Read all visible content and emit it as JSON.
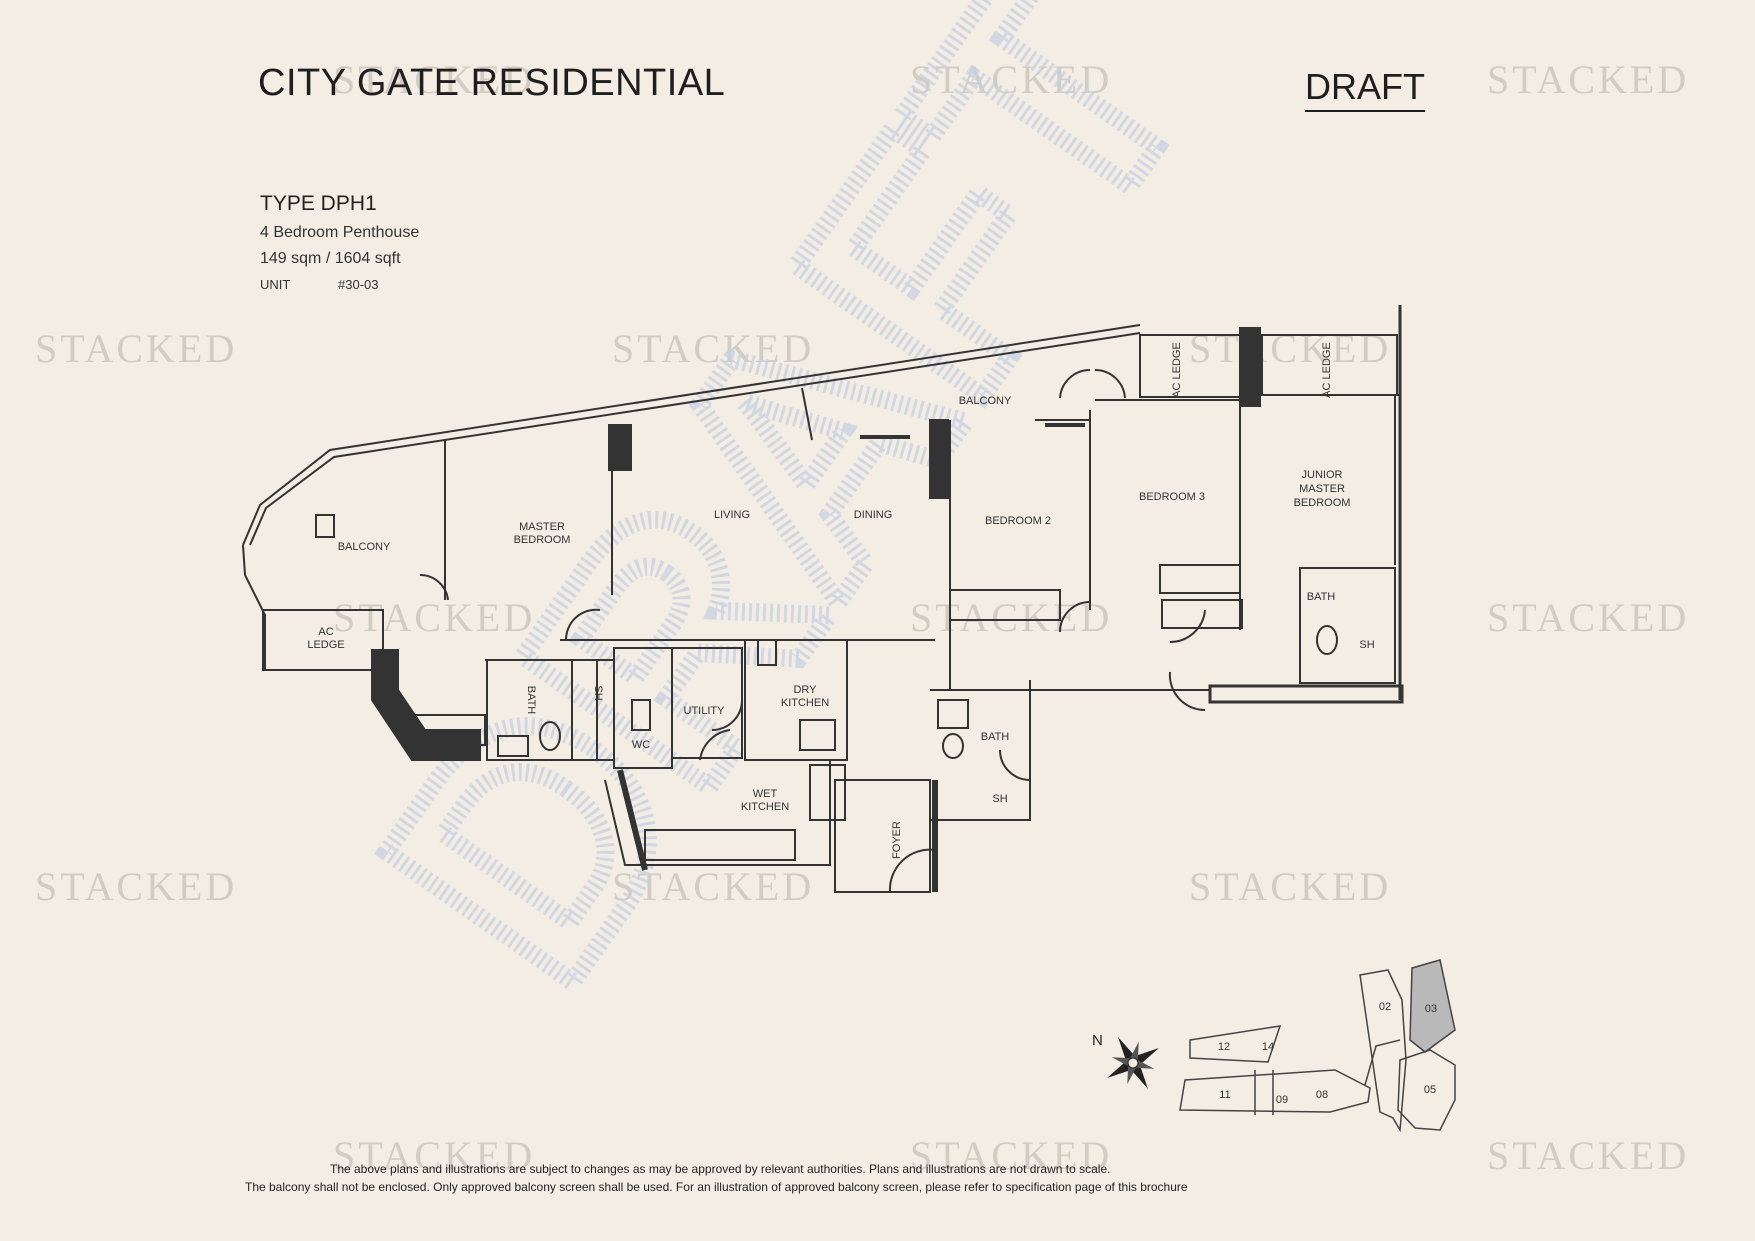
{
  "header": {
    "project": "CITY GATE RESIDENTIAL",
    "status": "DRAFT"
  },
  "unit": {
    "type": "TYPE DPH1",
    "description": "4 Bedroom Penthouse",
    "area": "149 sqm / 1604 sqft",
    "unit_label": "UNIT",
    "unit_number": "#30-03"
  },
  "watermark": {
    "text": "STACKED",
    "big_text": "DRAFT"
  },
  "rooms": {
    "balcony_left": "BALCONY",
    "ac_ledge_left_1": "AC",
    "ac_ledge_left_2": "LEDGE",
    "master_bedroom_1": "MASTER",
    "master_bedroom_2": "BEDROOM",
    "living": "LIVING",
    "dining": "DINING",
    "balcony_top": "BALCONY",
    "bedroom2": "BEDROOM  2",
    "bedroom3": "BEDROOM  3",
    "ac_ledge_top": "AC LEDGE",
    "junior_master_1": "JUNIOR",
    "junior_master_2": "MASTER",
    "junior_master_3": "BEDROOM",
    "bath": "BATH",
    "sh": "SH",
    "wc": "WC",
    "utility": "UTILITY",
    "dry_kitchen_1": "DRY",
    "dry_kitchen_2": "KITCHEN",
    "wet_kitchen_1": "WET",
    "wet_kitchen_2": "KITCHEN",
    "foyer": "FOYER"
  },
  "key_plan": {
    "north": "N",
    "units": [
      "12",
      "14",
      "11",
      "09",
      "08",
      "02",
      "03",
      "05"
    ],
    "highlighted": "03"
  },
  "footer": {
    "disclaimer_1": "The above plans and illustrations are subject to changes as may be approved by relevant authorities. Plans and illustrations are not drawn to scale.",
    "disclaimer_2": "The balcony shall not be enclosed. Only approved balcony screen shall be used. For an illustration of approved balcony screen, please refer to specification page of this brochure"
  }
}
